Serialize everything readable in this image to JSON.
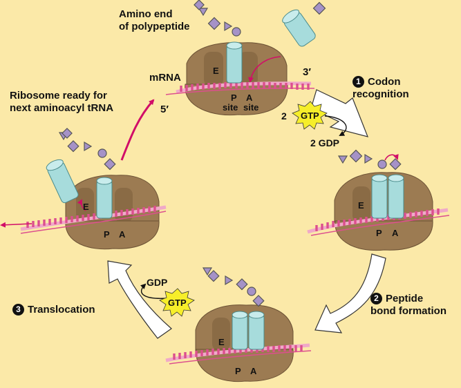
{
  "labels": {
    "amino_end": [
      "Amino end",
      "of polypeptide"
    ],
    "mrna": "mRNA",
    "three_prime": "3′",
    "five_prime": "5′",
    "site_p": "P",
    "site_a": "A",
    "site_word_p": "site",
    "site_word_a": "site",
    "ribosome_ready": [
      "Ribosome ready for",
      "next aminoacyl tRNA"
    ],
    "step1": {
      "num": "1",
      "lines": [
        "Codon",
        "recognition"
      ]
    },
    "step2": {
      "num": "2",
      "lines": [
        "Peptide",
        "bond formation"
      ]
    },
    "step3": {
      "num": "3",
      "text": "Translocation"
    },
    "two": "2",
    "gtp": "GTP",
    "two_gdp": "2 GDP",
    "gdp": "GDP",
    "e": "E",
    "p": "P",
    "a": "A"
  },
  "colors": {
    "background": "#fbe9a8",
    "ribosome": "#9c7b52",
    "trna": "#a7dcdc",
    "mrna_codon": "#dc4f8e",
    "arrow_magenta": "#d10d68",
    "gtp_star": "#f6ee2a",
    "chain_purple": "#a592c7"
  },
  "icons": [
    "ribosome-shape",
    "trna-cylinder",
    "amino-acid-chain",
    "gtp-starburst",
    "cycle-arrow"
  ]
}
